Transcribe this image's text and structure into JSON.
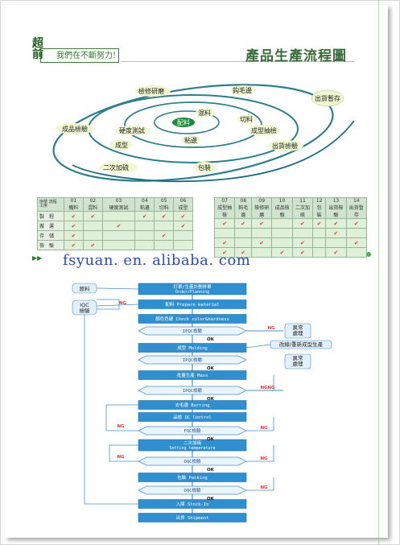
{
  "header": {
    "logo_glyph": "超前",
    "logo_motto": "我們在不斷努力!",
    "title": "產品生產流程圖"
  },
  "orbit": {
    "labels": [
      "檢修研磨",
      "鈎毛邊",
      "混料",
      "切料",
      "成品檢驗",
      "硬度測試",
      "成型抽檢",
      "配料",
      "成型",
      "粘邊",
      "出貨檢驗",
      "二次加硫",
      "包裝",
      "出貨暫存"
    ]
  },
  "table_left": {
    "corner_top": "序號",
    "corner_mid": "流程",
    "corner_bottom": "工序",
    "columns": [
      "01",
      "02",
      "03",
      "04",
      "05",
      "06"
    ],
    "column_names": [
      "備料",
      "混料",
      "硬度測試",
      "粘邊",
      "切料",
      "成型"
    ],
    "rows": [
      {
        "label": "製　程",
        "checks": [
          "✔",
          "✔",
          "",
          "✔",
          "✔",
          "✔"
        ]
      },
      {
        "label": "搬　運",
        "checks": [
          "✔",
          "",
          "✔",
          "",
          "",
          "✔"
        ]
      },
      {
        "label": "存　儲",
        "checks": [
          "✔",
          "",
          "",
          "",
          "✔",
          ""
        ]
      },
      {
        "label": "檢　驗",
        "checks": [
          "✔",
          "✔",
          "",
          "",
          "",
          ""
        ]
      }
    ]
  },
  "table_right": {
    "columns": [
      "07",
      "08",
      "09",
      "10",
      "11",
      "12",
      "13",
      "14"
    ],
    "column_names": [
      "成型抽檢",
      "鈎毛邊",
      "檢修研磨",
      "成品檢驗",
      "二次加硫",
      "包裝",
      "出貨檢驗",
      "出貨暫存"
    ],
    "rows": [
      {
        "checks": [
          "✔",
          "✔",
          "✔",
          "",
          "✔",
          "✔",
          "✔",
          "✔"
        ]
      },
      {
        "checks": [
          "",
          "",
          "",
          "",
          "",
          "",
          "✔",
          ""
        ]
      },
      {
        "checks": [
          "✔",
          "",
          "✔",
          "",
          "✔",
          "",
          "",
          "✔"
        ]
      },
      {
        "checks": [
          "✔",
          "✔",
          "",
          "✔",
          "✔",
          "",
          "✔",
          ""
        ]
      }
    ]
  },
  "website": "fsyuan. en. alibaba. com",
  "flow": {
    "left_nodes": [
      "原料",
      "IQC\n檢驗"
    ],
    "main_nodes": [
      {
        "cn": "訂單/生產計劃排單",
        "en": "Order/Planning"
      },
      {
        "cn": "配料",
        "en": "Prepare material"
      },
      {
        "cn": "顏色色硬",
        "en": "Check color&hardness"
      },
      {
        "cn": "成型",
        "en": "Molding"
      },
      {
        "cn": "批量生產",
        "en": "Mass"
      },
      {
        "cn": "去毛邊",
        "en": "Burring"
      },
      {
        "cn": "品檢",
        "en": "QC Control"
      },
      {
        "cn": "二次加硫",
        "en": "Setting temperature"
      },
      {
        "cn": "包裝",
        "en": "Packing"
      },
      {
        "cn": "入庫",
        "en": "Stock-In"
      },
      {
        "cn": "出貨",
        "en": "Shipment"
      }
    ],
    "decisions": [
      "IPQC檢驗",
      "IPQC檢驗",
      "IPQC檢驗",
      "FQC檢驗",
      "OQC檢驗",
      "OQC檢驗"
    ],
    "right_nodes": [
      "異常\n處理",
      "改線/重新成型生產",
      "異常\n處理"
    ],
    "ok": "OK",
    "ng": "NG"
  }
}
